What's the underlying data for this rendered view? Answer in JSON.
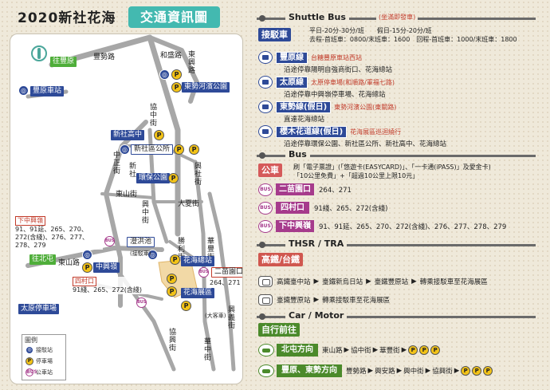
{
  "header": {
    "title": "2020新社花海",
    "badge": "交通資訊圖"
  },
  "colors": {
    "teal": "#43b9b0",
    "shuttle_blue": "#2e4a98",
    "bus_purple": "#a63b8c",
    "public_bus_red": "#d55a5a",
    "rail_red": "#d0574f",
    "car_green": "#4b8a2b",
    "parking_yellow": "#f3c317",
    "flower_area": "#f2d9a6"
  },
  "map": {
    "stops": {
      "pei_yuan": "往豐原",
      "feng_yuan_station": "豐原車站",
      "dong_shi": "東勢河濱公園",
      "xinshe_high": "新社高中",
      "xinshe_park": "新社區公所",
      "huanbao_park": "環保公園",
      "beitun": "往北屯",
      "zhongxing_ling": "中興嶺",
      "flower_station": "花海總站",
      "flower_expo": "花海展區",
      "ermiao": "二苗園口",
      "sicun": "四村口",
      "taiyuan": "太原停車場",
      "tingyuan": "澄洪池",
      "xiazhong": "下中興嶺"
    },
    "roads": {
      "fengshi": "豐勢路",
      "hefeng": "和盛路",
      "dongxing": "東興路",
      "xiezhong": "協中街",
      "xingshe": "興社街",
      "dongshan": "東山路",
      "dongshan2": "東山街",
      "daxia": "大夏街",
      "xingzhong": "興中街",
      "huafeng": "華豐街",
      "zhongtian": "中正街",
      "xiexing": "協興街",
      "xingyi": "興義街",
      "xinshe": "新社",
      "shengzhi": "勝利街",
      "huazhong": "華中街"
    },
    "ermiao_routes": "264、271",
    "sicun_routes": "91綫、265、272(含綫)",
    "xiazhong_routes": "91、91延、265、270、272(含綫)、276、277、278、279",
    "dakeche": "(大客車)",
    "shuttle_parking": "(接駁車)",
    "legend": {
      "title": "圖例",
      "shuttle": "接駁站",
      "parking": "停車場",
      "bus": "公車站"
    }
  },
  "sections": {
    "shuttle": {
      "title": "Shuttle Bus",
      "sub": "(坐滿即發車)",
      "chip": "接駁車",
      "timetable": [
        "平日-20分-30分/班　　假日-15分-20分/班",
        "去程-首班車：0800/末班車：1600　回程-首班車：1000/末班車：1800"
      ],
      "lines": [
        {
          "name": "豐原線",
          "tag": "台糖豐原車站西站",
          "desc": "沿途停靠陽明自強商街口、花海總站"
        },
        {
          "name": "太原線",
          "tag": "太原停車場(和順路/軍福七路)",
          "desc": "沿途停靠中興嶺停車場、花海總站"
        },
        {
          "name": "東勢線(假日)",
          "tag": "東勢河濱公園(東關路)",
          "desc": "直達花海總站"
        },
        {
          "name": "櫻木花道線(假日)",
          "tag": "花海展區巡迴繞行",
          "desc": "沿途停靠環保公園、新社區公所、新社高中、花海總站"
        }
      ]
    },
    "bus": {
      "title": "Bus",
      "chip": "公車",
      "notes": [
        "刷「電子票證」(「悠遊卡(EASYCARD)」、「一卡通(iPASS)」及愛金卡)",
        "「10公里免費」+「超過10公里上限10元」"
      ],
      "rows": [
        {
          "name": "二苗園口",
          "routes": "264、271"
        },
        {
          "name": "四村口",
          "routes": "91綫、265、272(含綫)"
        },
        {
          "name": "下中興嶺",
          "routes": "91、91延、265、270、272(含綫)、276、277、278、279"
        }
      ],
      "icon_label": "BUS"
    },
    "rail": {
      "title": "THSR / TRA",
      "chip": "高鐵/台鐵",
      "rows": [
        [
          "高鐵臺中站",
          "臺鐵新烏日站",
          "臺鐵豐原站",
          "轉乘接駁車至花海展區"
        ],
        [
          "臺鐵豐原站",
          "轉乘接駁車至花海展區"
        ]
      ]
    },
    "car": {
      "title": "Car / Motor",
      "chip": "自行前往",
      "rows": [
        {
          "name": "北屯方向",
          "route": [
            "東山路",
            "協中街",
            "華豐街"
          ],
          "parking_count": 3
        },
        {
          "name": "豐原、東勢方向",
          "route": [
            "豐勢路",
            "興安路",
            "興中街",
            "協興街"
          ],
          "parking_count": 3
        }
      ]
    }
  }
}
